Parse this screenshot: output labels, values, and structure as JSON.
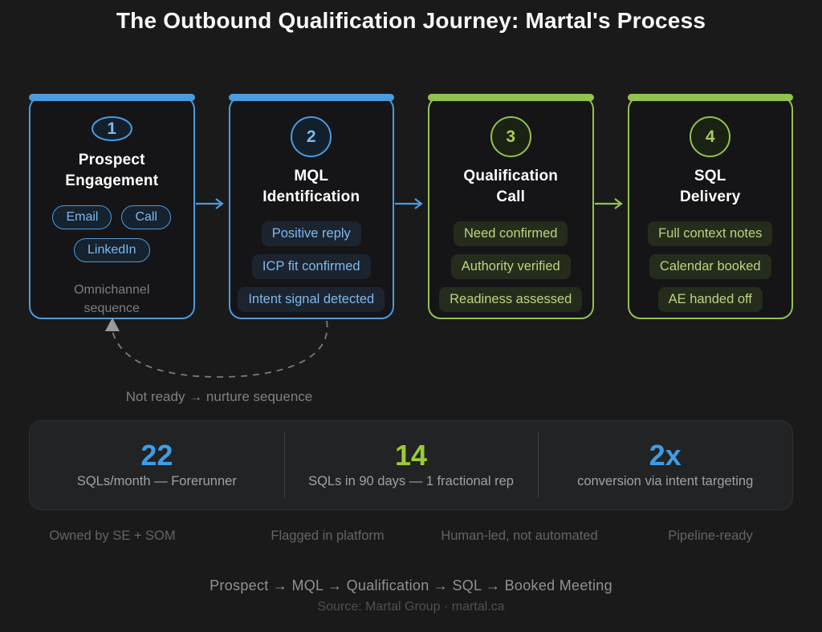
{
  "title": "The Outbound Qualification Journey: Martal's Process",
  "colors": {
    "background": "#1a1a1b",
    "card_bg": "#151517",
    "stats_bg": "#212325",
    "blue": "#4a9bdf",
    "blue_text": "#7db9ec",
    "blue_pill_bg": "#16222e",
    "blue_chip_bg": "#1c2430",
    "green": "#93c24f",
    "green_text": "#bad47e",
    "green_chip_bg": "#262c1c",
    "stat_blue": "#3f9de2",
    "stat_green": "#9cc938"
  },
  "steps": [
    {
      "number": "1",
      "title_line1": "Prospect",
      "title_line2": "Engagement",
      "pills": [
        "Email",
        "Call",
        "LinkedIn"
      ],
      "note": "Omnichannel sequence"
    },
    {
      "number": "2",
      "title_line1": "MQL",
      "title_line2": "Identification",
      "items": [
        "Positive reply",
        "ICP fit confirmed",
        "Intent signal detected"
      ]
    },
    {
      "number": "3",
      "title_line1": "Qualification",
      "title_line2": "Call",
      "items": [
        "Need confirmed",
        "Authority verified",
        "Readiness assessed"
      ]
    },
    {
      "number": "4",
      "title_line1": "SQL",
      "title_line2": "Delivery",
      "items": [
        "Full context notes",
        "Calendar booked",
        "AE handed off"
      ]
    }
  ],
  "loop_label": "Not ready → nurture sequence",
  "stats": [
    {
      "value": "22",
      "label": "SQLs/month — Forerunner",
      "color": "blue"
    },
    {
      "value": "14",
      "label": "SQLs in 90 days — 1 fractional rep",
      "color": "green"
    },
    {
      "value": "2x",
      "label": "conversion via intent targeting",
      "color": "blue"
    }
  ],
  "footnotes": [
    "Owned by SE + SOM",
    "Flagged in platform",
    "Human-led, not automated",
    "Pipeline-ready"
  ],
  "flow_summary": "Prospect → MQL → Qualification → SQL → Booked Meeting",
  "source": "Source: Martal Group · martal.ca"
}
